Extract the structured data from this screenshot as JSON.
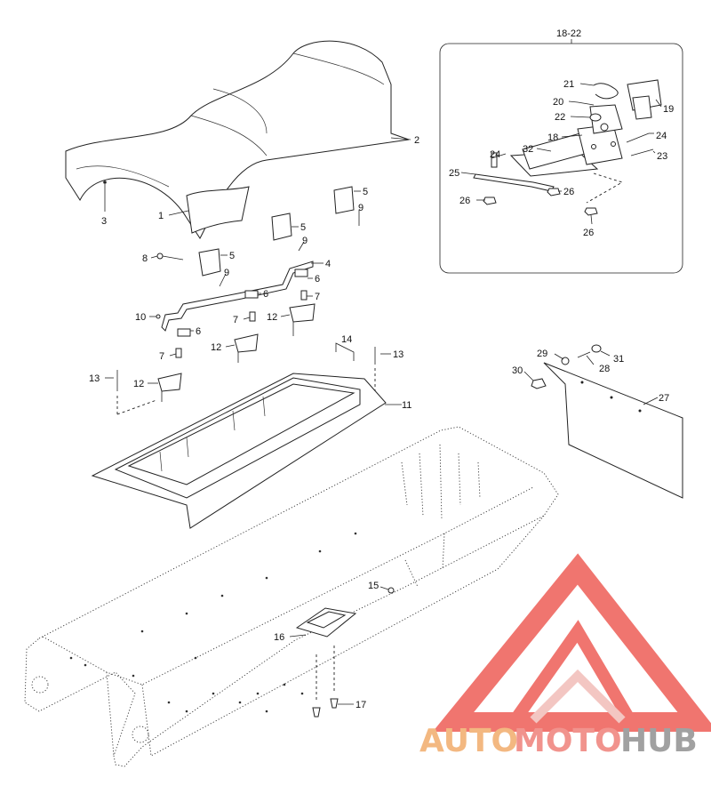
{
  "callouts": {
    "c1": "1",
    "c2": "2",
    "c3": "3",
    "c4": "4",
    "c5": "5",
    "c6": "6",
    "c7": "7",
    "c8": "8",
    "c9": "9",
    "c10": "10",
    "c11": "11",
    "c12": "12",
    "c13": "13",
    "c14": "14",
    "c15": "15",
    "c16": "16",
    "c17": "17",
    "c18": "18",
    "c19": "19",
    "c20": "20",
    "c21": "21",
    "c22": "22",
    "c23": "23",
    "c24": "24",
    "c25": "25",
    "c26": "26",
    "c27": "27",
    "c28": "28",
    "c29": "29",
    "c30": "30",
    "c31": "31",
    "c32": "32",
    "group": "18-22"
  },
  "watermark": {
    "auto": "AUTO",
    "moto": "MOTO",
    "hub": "HUB",
    "colors": {
      "auto": "#f2b277",
      "moto": "#f08a84",
      "hub": "#9a9a9a",
      "logo": "#ef6a63"
    }
  }
}
